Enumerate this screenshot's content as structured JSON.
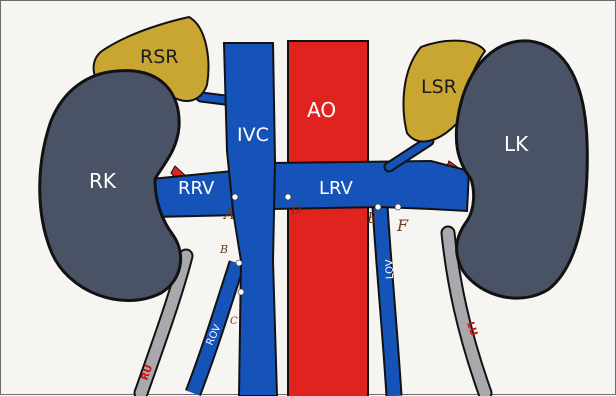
{
  "labels": {
    "rsr": "RSR",
    "lsr": "LSR",
    "rk": "RK",
    "lk": "LK",
    "ivc": "IVC",
    "ao": "AO",
    "rrv": "RRV",
    "lrv": "LRV",
    "rov": "ROV",
    "lov": "LOV",
    "ru": "RU",
    "lu": "LU"
  },
  "points": {
    "a": "A",
    "b": "B",
    "c": "C",
    "d": "D",
    "e": "E",
    "f": "F"
  },
  "colors": {
    "kidney": "#4a5266",
    "adrenal": "#c9a531",
    "vein": "#1553b8",
    "aorta": "#e0231e",
    "ureter": "#a8a8ad",
    "outline": "#121212",
    "paper": "#f6f5f1"
  }
}
